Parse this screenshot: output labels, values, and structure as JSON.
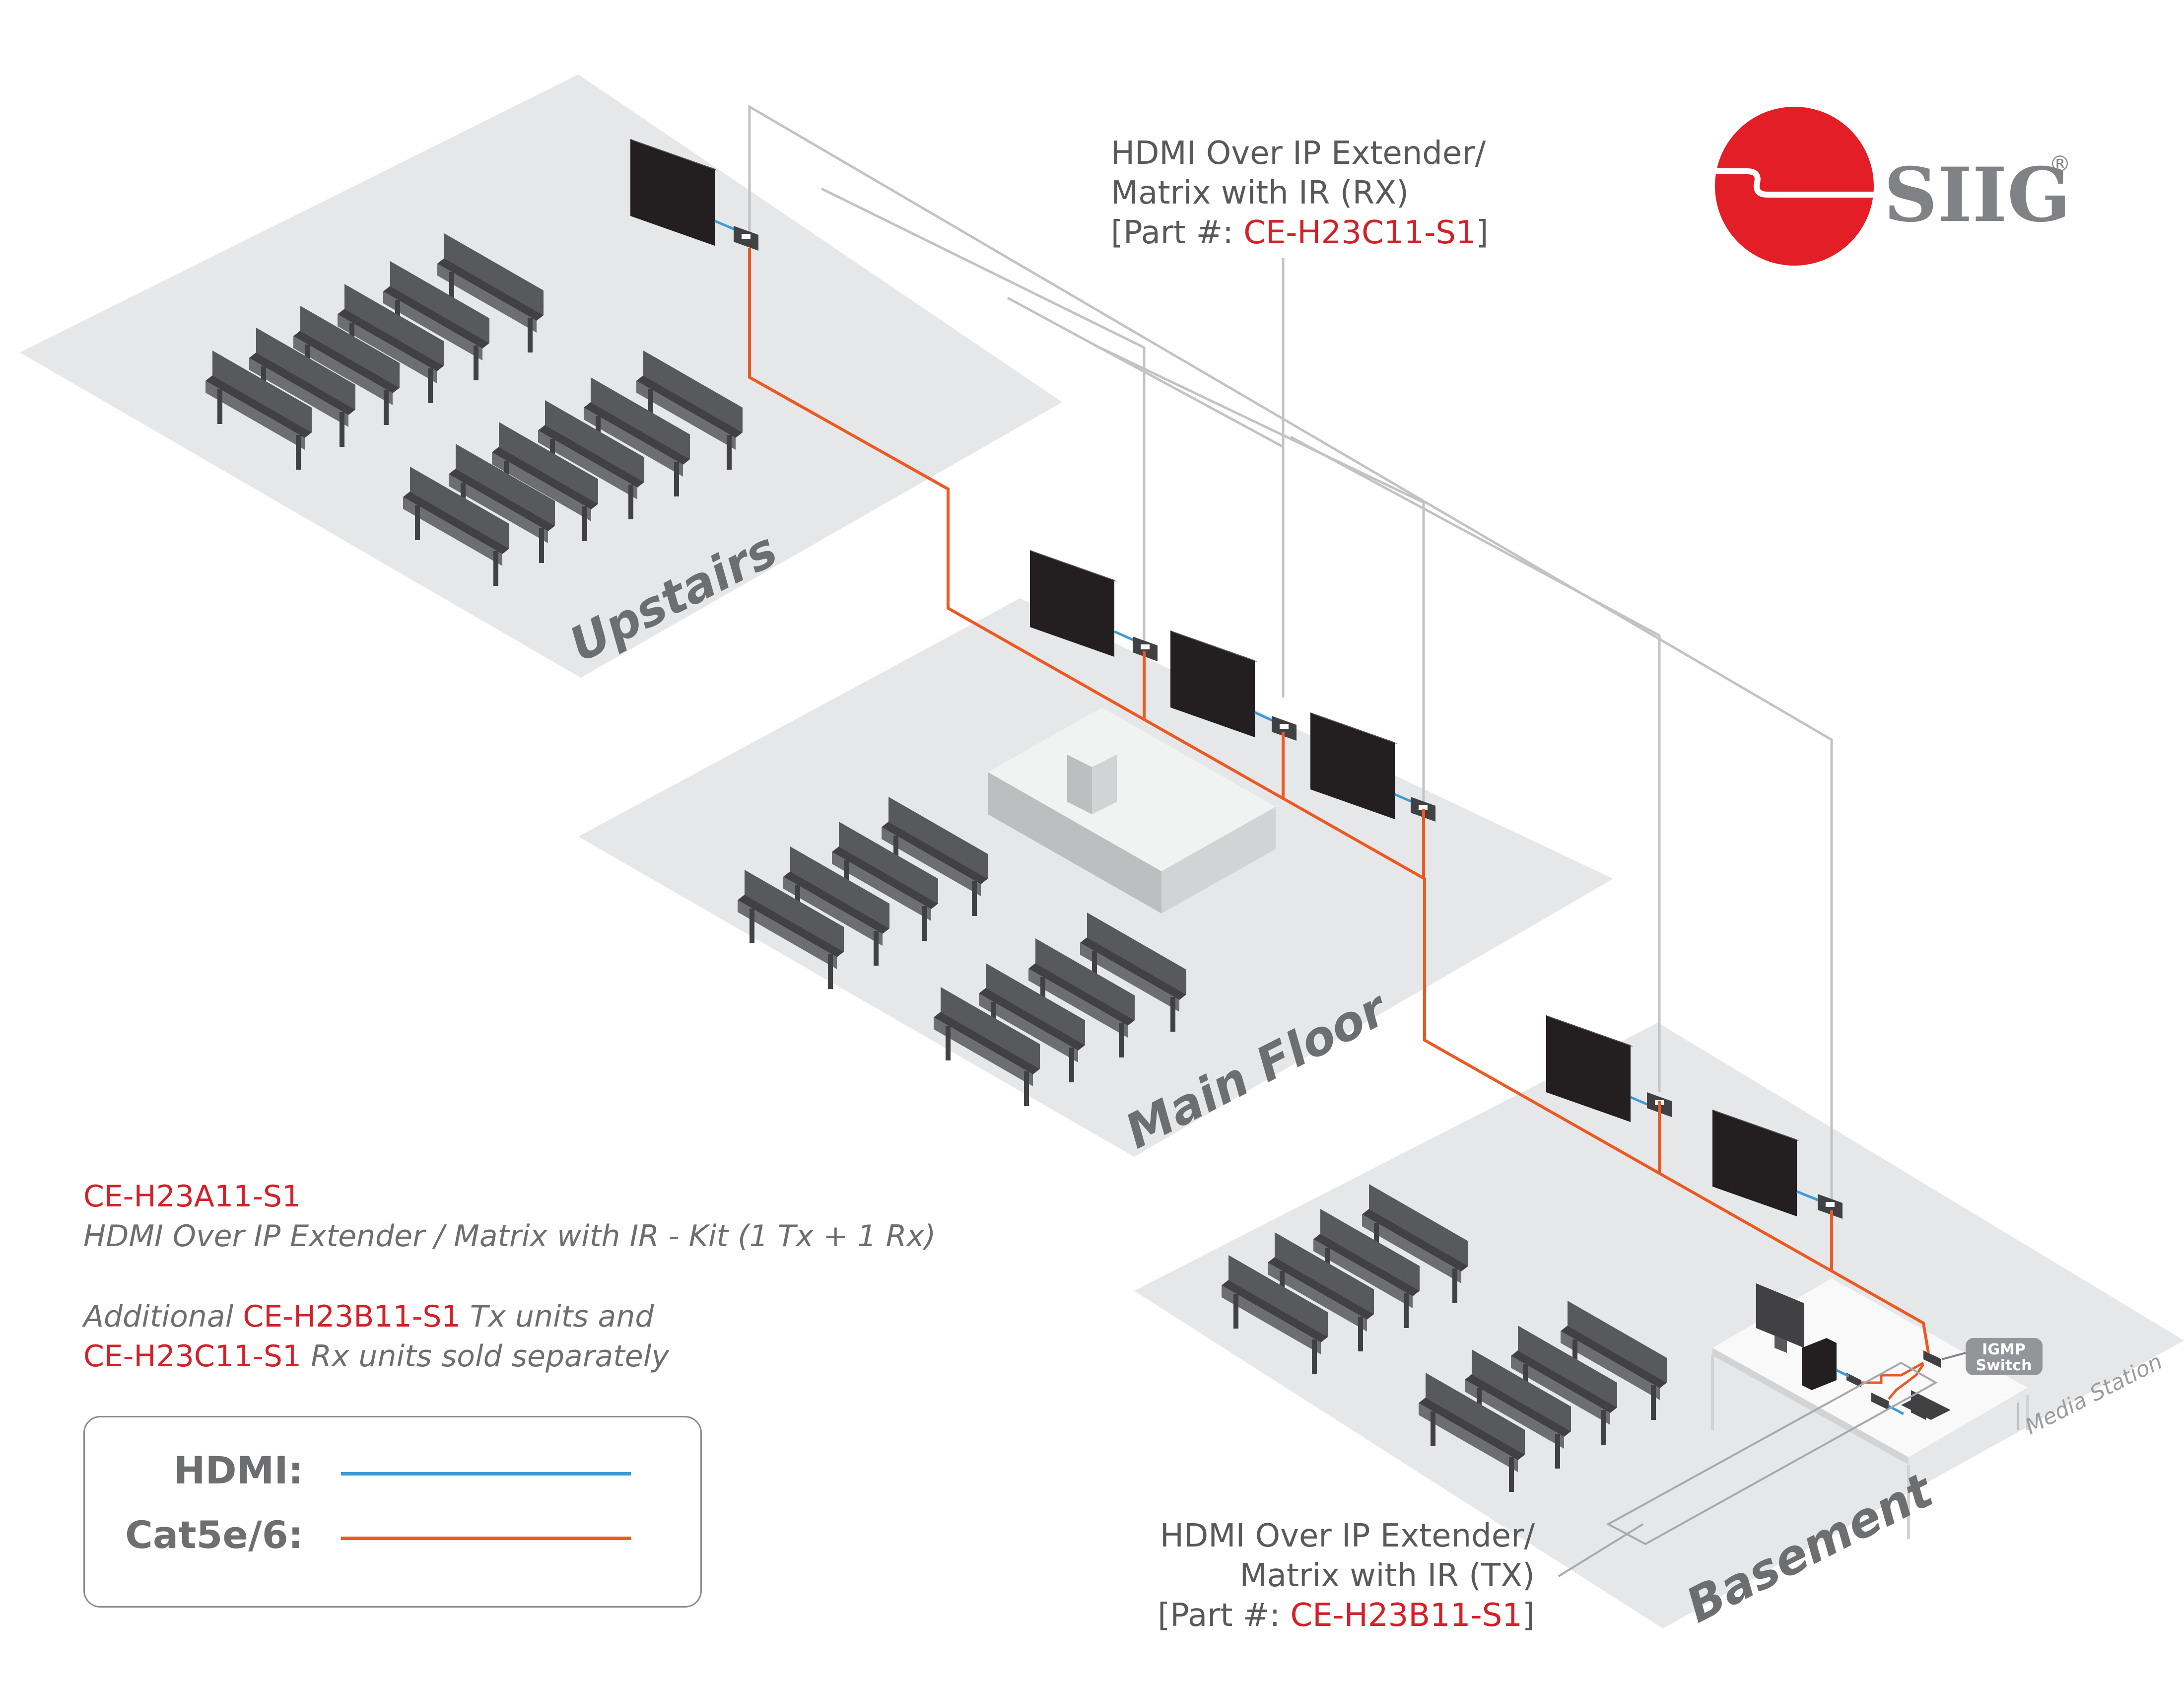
{
  "floors": {
    "upstairs": "Upstairs",
    "main_floor": "Main Floor",
    "basement": "Basement"
  },
  "media_station": "Media Station",
  "igmp_switch": [
    "IGMP",
    "Switch"
  ],
  "logo": {
    "text": "SIIG",
    "registered": "®",
    "color": "#e31e26"
  },
  "rx_callout": {
    "line1": "HDMI Over IP Extender/",
    "line2": "Matrix with IR (RX)",
    "line3_prefix": "[Part #: ",
    "part": "CE-H23C11-S1",
    "line3_suffix": "]"
  },
  "tx_callout": {
    "line1": "HDMI Over IP Extender/",
    "line2": "Matrix with IR (TX)",
    "line3_prefix": "[Part #: ",
    "part": "CE-H23B11-S1",
    "line3_suffix": "]"
  },
  "info": {
    "kit_part": "CE-H23A11-S1",
    "kit_desc": "HDMI Over IP Extender / Matrix with IR - Kit (1 Tx + 1 Rx)",
    "add_prefix": "Additional ",
    "add_tx_part": "CE-H23B11-S1",
    "add_tx_suffix": " Tx units and",
    "add_rx_part": "CE-H23C11-S1",
    "add_rx_suffix": " Rx units sold separately"
  },
  "legend": {
    "hdmi_label": "HDMI:",
    "cat_label": "Cat5e/6:",
    "hdmi_color": "#3a9bd9",
    "cat_color": "#ec5a24"
  }
}
